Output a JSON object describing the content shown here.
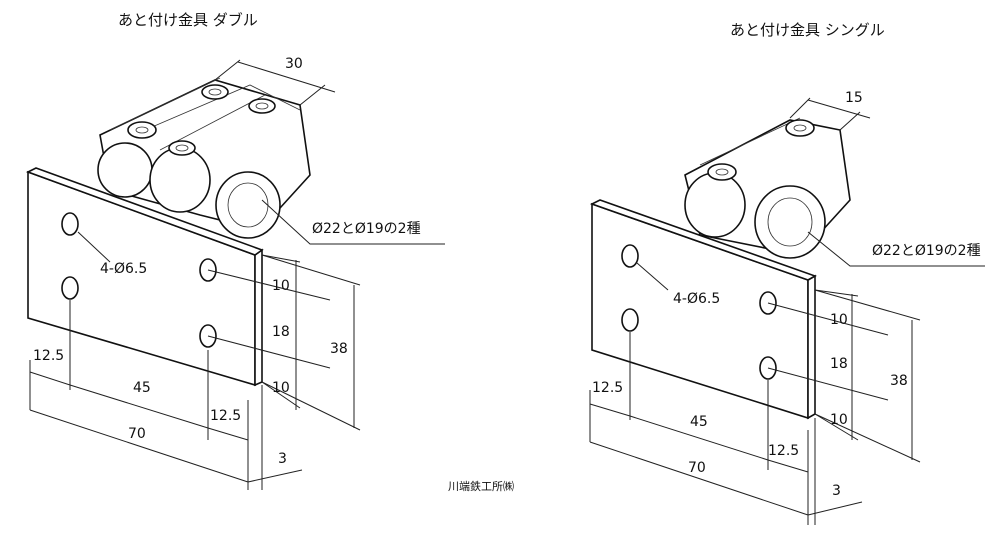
{
  "left": {
    "title": "あと付け金具 ダブル",
    "dim_top": "30",
    "pipe_note": "Ø22とØ19の2種",
    "hole_note": "4-Ø6.5",
    "dim_10a": "10",
    "dim_18": "18",
    "dim_10b": "10",
    "dim_38": "38",
    "dim_12_5_left": "12.5",
    "dim_45": "45",
    "dim_12_5_right": "12.5",
    "dim_70": "70",
    "dim_3": "3"
  },
  "right": {
    "title": "あと付け金具 シングル",
    "dim_top": "15",
    "pipe_note": "Ø22とØ19の2種",
    "hole_note": "4-Ø6.5",
    "dim_10a": "10",
    "dim_18": "18",
    "dim_10b": "10",
    "dim_38": "38",
    "dim_12_5_left": "12.5",
    "dim_45": "45",
    "dim_12_5_right": "12.5",
    "dim_70": "70",
    "dim_3": "3"
  },
  "maker": "川端鉄工所㈱"
}
